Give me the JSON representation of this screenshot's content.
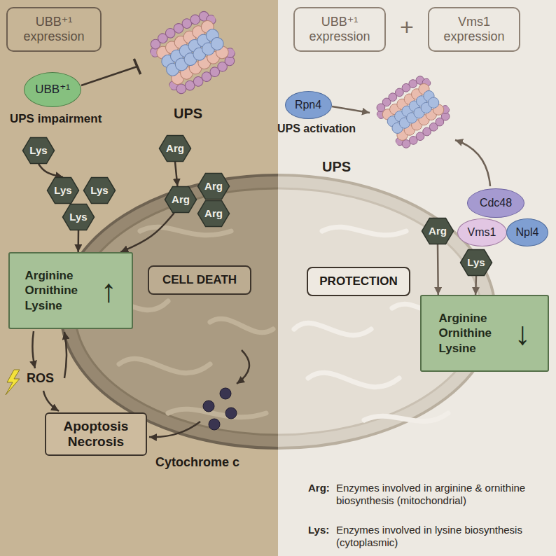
{
  "diagram": {
    "nodes": [
      {
        "text": [
          "UBB⁺¹ expression"
        ]
      },
      {
        "text": [
          "UBB⁺¹"
        ]
      },
      {
        "text": [
          "Lys"
        ]
      },
      {
        "text": [
          "Lys"
        ]
      },
      {
        "text": [
          "Lys"
        ]
      },
      {
        "text": [
          "Lys"
        ]
      },
      {
        "text": [
          "Arg"
        ]
      },
      {
        "text": [
          "Arg"
        ]
      },
      {
        "text": [
          "Arg"
        ]
      },
      {
        "text": [
          "Arg"
        ]
      },
      {
        "text": [
          "Arginine Ornithine Lysine",
          "↑"
        ]
      },
      {
        "text": [
          "CELL DEATH"
        ]
      },
      {
        "text": [
          "Apoptosis Necrosis"
        ]
      },
      {
        "text": [
          "UBB⁺¹ expression"
        ]
      },
      {
        "text": [
          "Vms1 expression"
        ]
      },
      {
        "text": [
          "Rpn4"
        ]
      },
      {
        "text": [
          "Cdc48"
        ]
      },
      {
        "text": [
          "Vms1"
        ]
      },
      {
        "text": [
          "Npl4"
        ]
      },
      {
        "text": [
          "Arg"
        ]
      },
      {
        "text": [
          "Lys"
        ]
      },
      {
        "text": [
          "PROTECTION"
        ]
      },
      {
        "text": [
          "Arginine Ornithine Lysine",
          "↓"
        ]
      }
    ],
    "edges": [
      {
        "from": 2,
        "to": 3,
        "arrow": "to"
      },
      {
        "from": 5,
        "to": 10,
        "arrow": "to"
      },
      {
        "from": 6,
        "to": 7,
        "arrow": "to"
      },
      {
        "from": 7,
        "to": 10,
        "arrow": "to"
      },
      {
        "from": 19,
        "to": 22,
        "arrow": "to"
      },
      {
        "from": 20,
        "to": 22,
        "arrow": "to"
      }
    ],
    "labels": [
      "UPS impairment",
      "UPS",
      "ROS",
      "Cytochrome c",
      "+",
      "UPS activation",
      "UPS",
      "Arg:",
      "Enzymes involved in arginine & ornithine biosynthesis (mitochondrial)",
      "Lys:",
      "Enzymes involved in lysine biosynthesis (cytoplasmic)"
    ]
  }
}
